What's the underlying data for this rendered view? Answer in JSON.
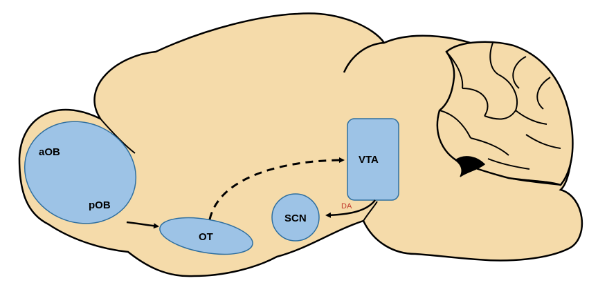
{
  "diagram": {
    "regions": {
      "aob": "aOB",
      "pob": "pOB",
      "ot": "OT",
      "vta": "VTA",
      "scn": "SCN"
    },
    "connections": {
      "da": "DA"
    }
  },
  "colors": {
    "brain_fill": "#f5dbaa",
    "region_fill": "#9dc3e6",
    "region_stroke": "#2f6f9f",
    "outline": "#000000",
    "da_label": "#c0392b"
  }
}
